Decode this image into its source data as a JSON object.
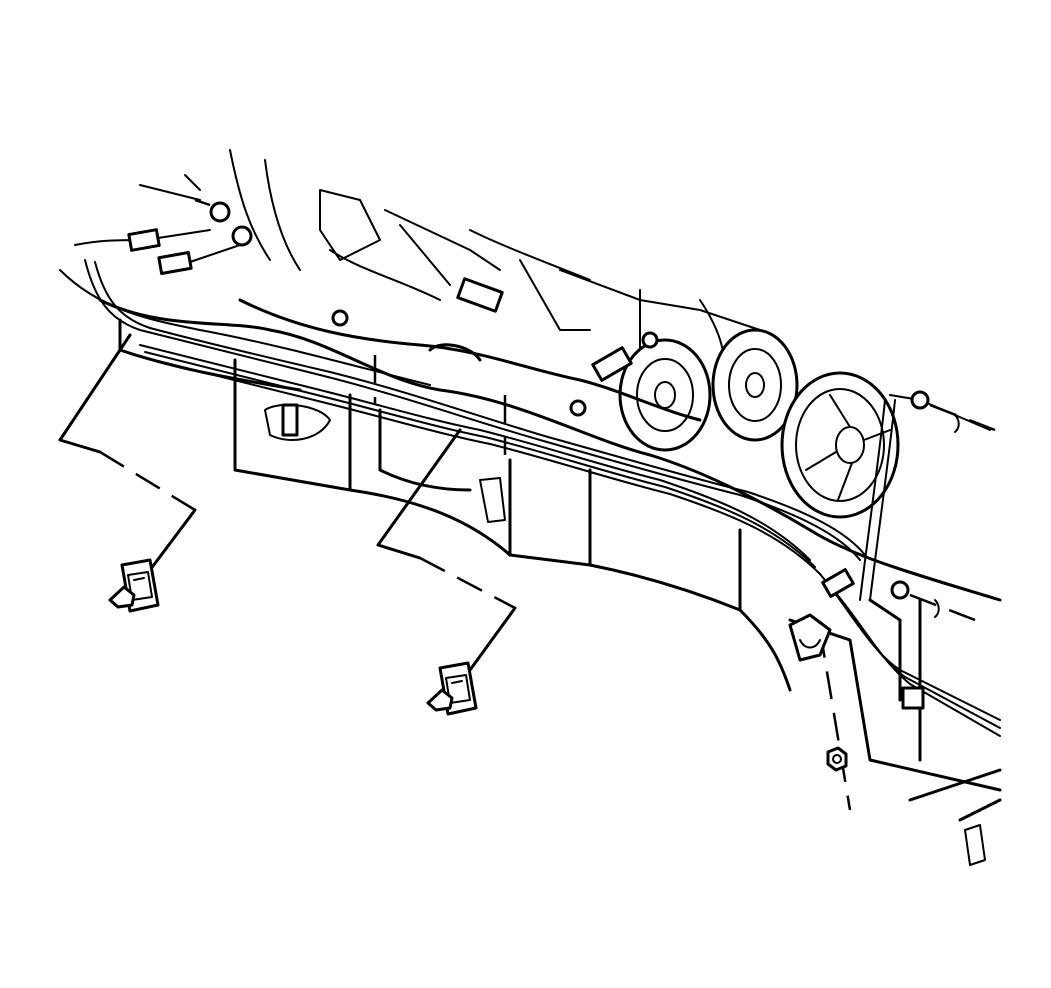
{
  "diagram": {
    "colors": {
      "line": "#000000",
      "background": "#ffffff"
    },
    "components": [
      {
        "id": "frame-rail",
        "icon": "frame-rail"
      },
      {
        "id": "brake-lines",
        "icon": "tube-bundle"
      },
      {
        "id": "clip-left",
        "icon": "retaining-clip"
      },
      {
        "id": "clip-center",
        "icon": "retaining-clip"
      },
      {
        "id": "nut-right",
        "icon": "hex-nut"
      },
      {
        "id": "pulleys",
        "icon": "engine-pulley"
      },
      {
        "id": "fittings-left",
        "icon": "tube-fitting"
      }
    ]
  }
}
